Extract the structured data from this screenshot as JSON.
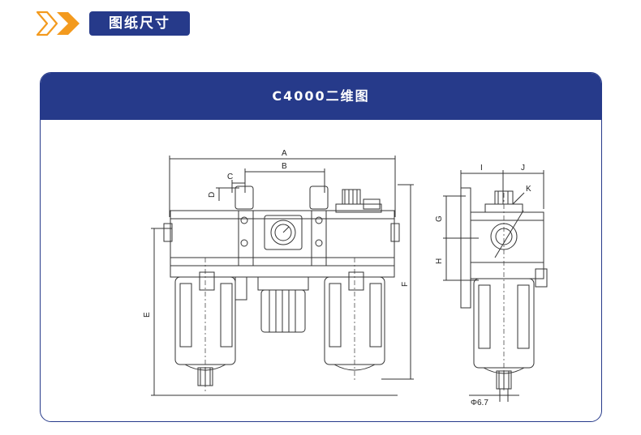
{
  "header": {
    "section_title": "图纸尺寸",
    "accent_color": "#f39a1e",
    "brand_color": "#263a8a"
  },
  "card": {
    "title": "C4000二维图"
  },
  "drawing": {
    "labels": {
      "A": "A",
      "B": "B",
      "C": "C",
      "D": "D",
      "E": "E",
      "F": "F",
      "G": "G",
      "H": "H",
      "I": "I",
      "J": "J",
      "K": "K",
      "phi": "Φ6.7"
    }
  }
}
